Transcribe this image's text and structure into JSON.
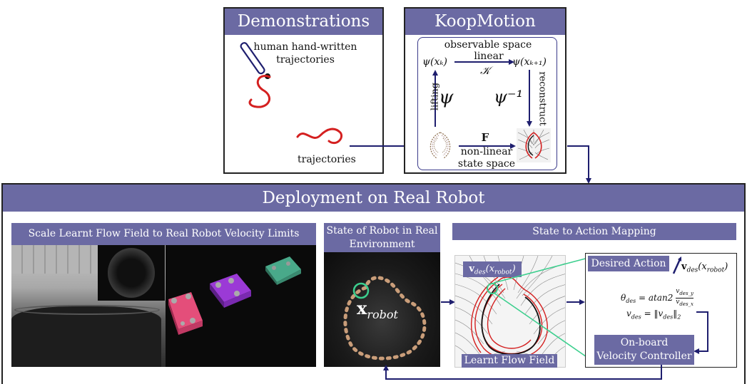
{
  "demonstrations": {
    "title": "Demonstrations",
    "label_human_line1": "human hand-written",
    "label_human_line2": "trajectories",
    "label_trajectories": "trajectories"
  },
  "koopmotion": {
    "title": "KoopMotion",
    "observable_space": "observable space",
    "linear": "linear",
    "koopman_op": "𝒦",
    "psi_xk": "ψ(xₖ)",
    "psi_xk1": "ψ(xₖ₊₁)",
    "lifting": "lifting",
    "psi": "ψ",
    "psi_inverse": "ψ⁻¹",
    "reconstruct": "reconstruct",
    "F": "F",
    "nonlinear": "non-linear",
    "state_space": "state space"
  },
  "deployment": {
    "title": "Deployment on Real Robot",
    "scale_title": "Scale Learnt Flow Field to Real Robot Velocity Limits",
    "state_title_line1": "State of Robot in Real",
    "state_title_line2": "Environment",
    "x_robot": "x",
    "x_robot_sub": "robot",
    "mapping_title": "State to Action Mapping",
    "v_des_label": "v",
    "v_des_sub": "des",
    "v_des_arg": "(x",
    "v_des_arg_sub": "robot",
    "flow_field_label": "Learnt Flow Field",
    "desired_action": "Desired Action",
    "theta_eq": "θ_des = atan2(v_des_y / v_des_x)",
    "theta_lhs": "θ",
    "theta_lhs_sub": "des",
    "theta_rhs": "= atan2",
    "v_lhs": "v",
    "v_lhs_sub": "des",
    "v_rhs": "= ‖v",
    "v_rhs_sub": "des",
    "v_rhs_end": "‖",
    "v_rhs_norm": "2",
    "onboard_line1": "On-board",
    "onboard_line2": "Velocity Controller"
  },
  "colors": {
    "header": "#6b6aa3",
    "arrow": "#1e1e6e",
    "trajectory": "#d42020",
    "green_circle": "#3ccf8e",
    "robot_pink": "#e44e7a",
    "robot_purple": "#8a2ac8",
    "robot_teal": "#49a98a"
  }
}
